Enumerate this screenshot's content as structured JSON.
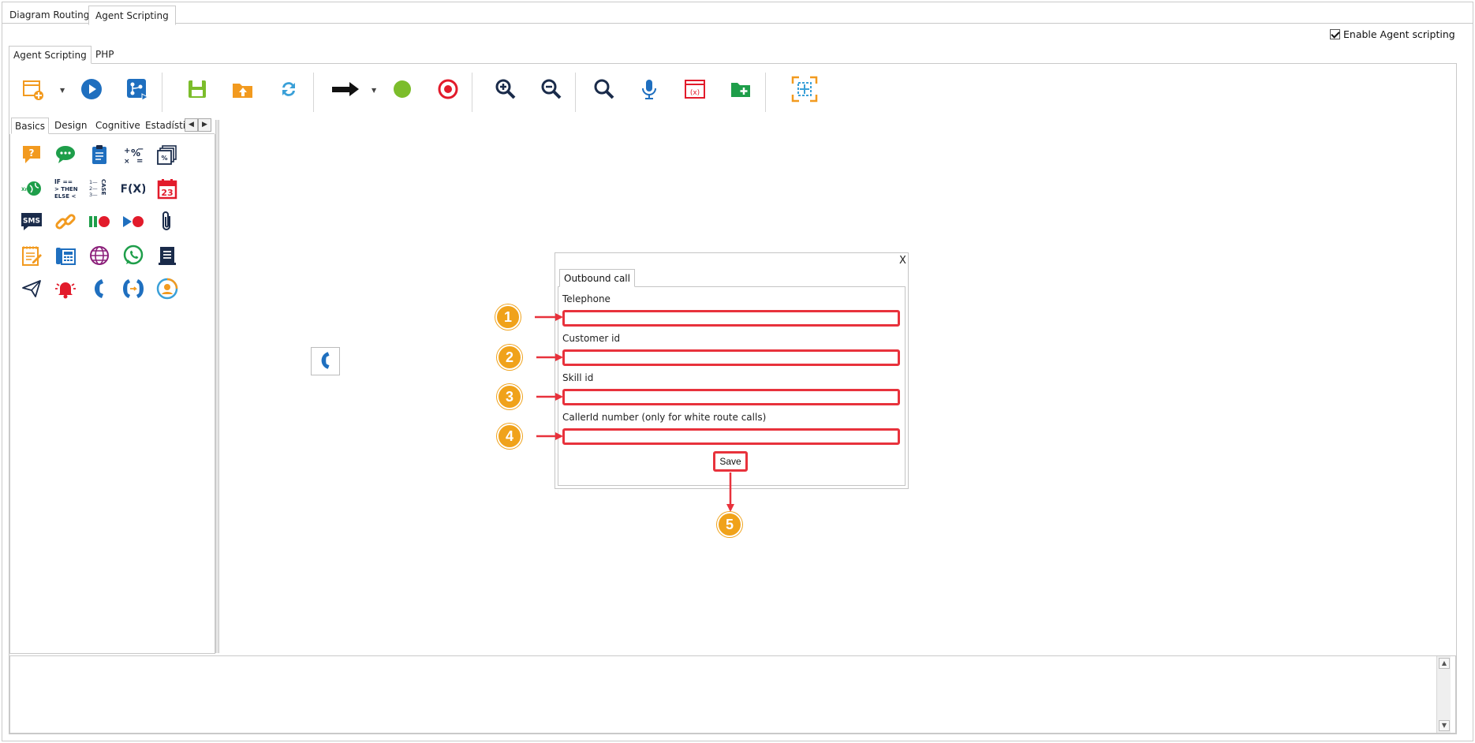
{
  "top_tabs": [
    {
      "label": "Diagram Routing"
    },
    {
      "label": "Agent Scripting"
    }
  ],
  "enable_checkbox": {
    "label": "Enable Agent scripting",
    "checked": true
  },
  "sub_tabs": [
    {
      "label": "Agent Scripting"
    },
    {
      "label": "PHP"
    }
  ],
  "toolbar": {
    "icons": [
      "new-script-icon",
      "play-icon",
      "flow-run-icon",
      "save-icon",
      "open-folder-icon",
      "refresh-icon",
      "arrow-right-icon",
      "green-dot-icon",
      "record-icon",
      "zoom-in-icon",
      "zoom-out-icon",
      "search-icon",
      "microphone-icon",
      "variables-icon",
      "add-folder-icon",
      "fit-screen-icon"
    ]
  },
  "palette": {
    "tabs": [
      {
        "label": "Basics"
      },
      {
        "label": "Design"
      },
      {
        "label": "Cognitive"
      },
      {
        "label": "Estadísti"
      }
    ],
    "text_icons": {
      "ifthen": "IF == > THEN ELSE <",
      "case": "1— 2— 3— CASE",
      "fx": "F(X)",
      "calendar_day": "23",
      "sms": "SMS",
      "percent": "+% ×="
    }
  },
  "dialog": {
    "close": "X",
    "tab": "Outbound call",
    "fields": [
      {
        "label": "Telephone",
        "value": ""
      },
      {
        "label": "Customer id",
        "value": ""
      },
      {
        "label": "Skill id",
        "value": ""
      },
      {
        "label": "CallerId number  (only for white route calls)",
        "value": ""
      }
    ],
    "save_label": "Save"
  },
  "annotations": [
    "1",
    "2",
    "3",
    "4",
    "5"
  ],
  "colors": {
    "highlight_red": "#e8323c",
    "badge_orange": "#f0a21a",
    "icon_blue": "#1f6fbf",
    "icon_orange": "#f29a1f",
    "icon_green": "#1e9e4a",
    "icon_red": "#e21b2b"
  }
}
